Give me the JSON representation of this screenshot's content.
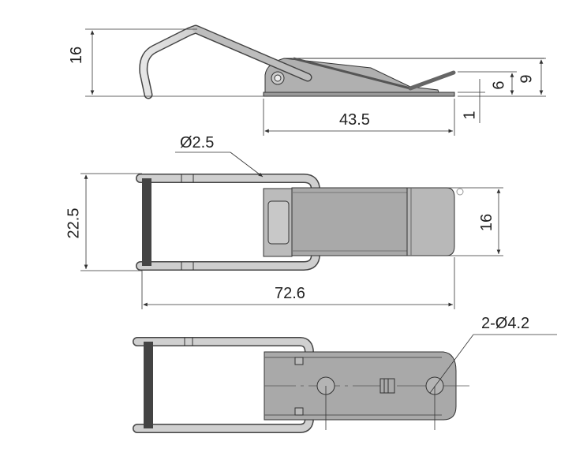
{
  "diagram": {
    "type": "engineering_drawing",
    "subject": "toggle latch (draw latch) — side, top and bottom views",
    "colors": {
      "line": "#333333",
      "body_fill": "#a9a9a9",
      "plate_fill": "#b8b8b8",
      "wire_fill": "#c9c9c9",
      "background": "#ffffff"
    },
    "views": {
      "side": {
        "dimensions": {
          "height_overall": "16",
          "base_length": "43.5",
          "height_body": "9",
          "height_tip": "6",
          "plate_thickness": "1"
        }
      },
      "top": {
        "dimensions": {
          "wire_diameter": "Ø2.5",
          "loop_width": "22.5",
          "body_width": "16",
          "overall_length": "72.6"
        }
      },
      "bottom": {
        "dimensions": {
          "mount_holes": "2-Ø4.2"
        }
      }
    }
  }
}
